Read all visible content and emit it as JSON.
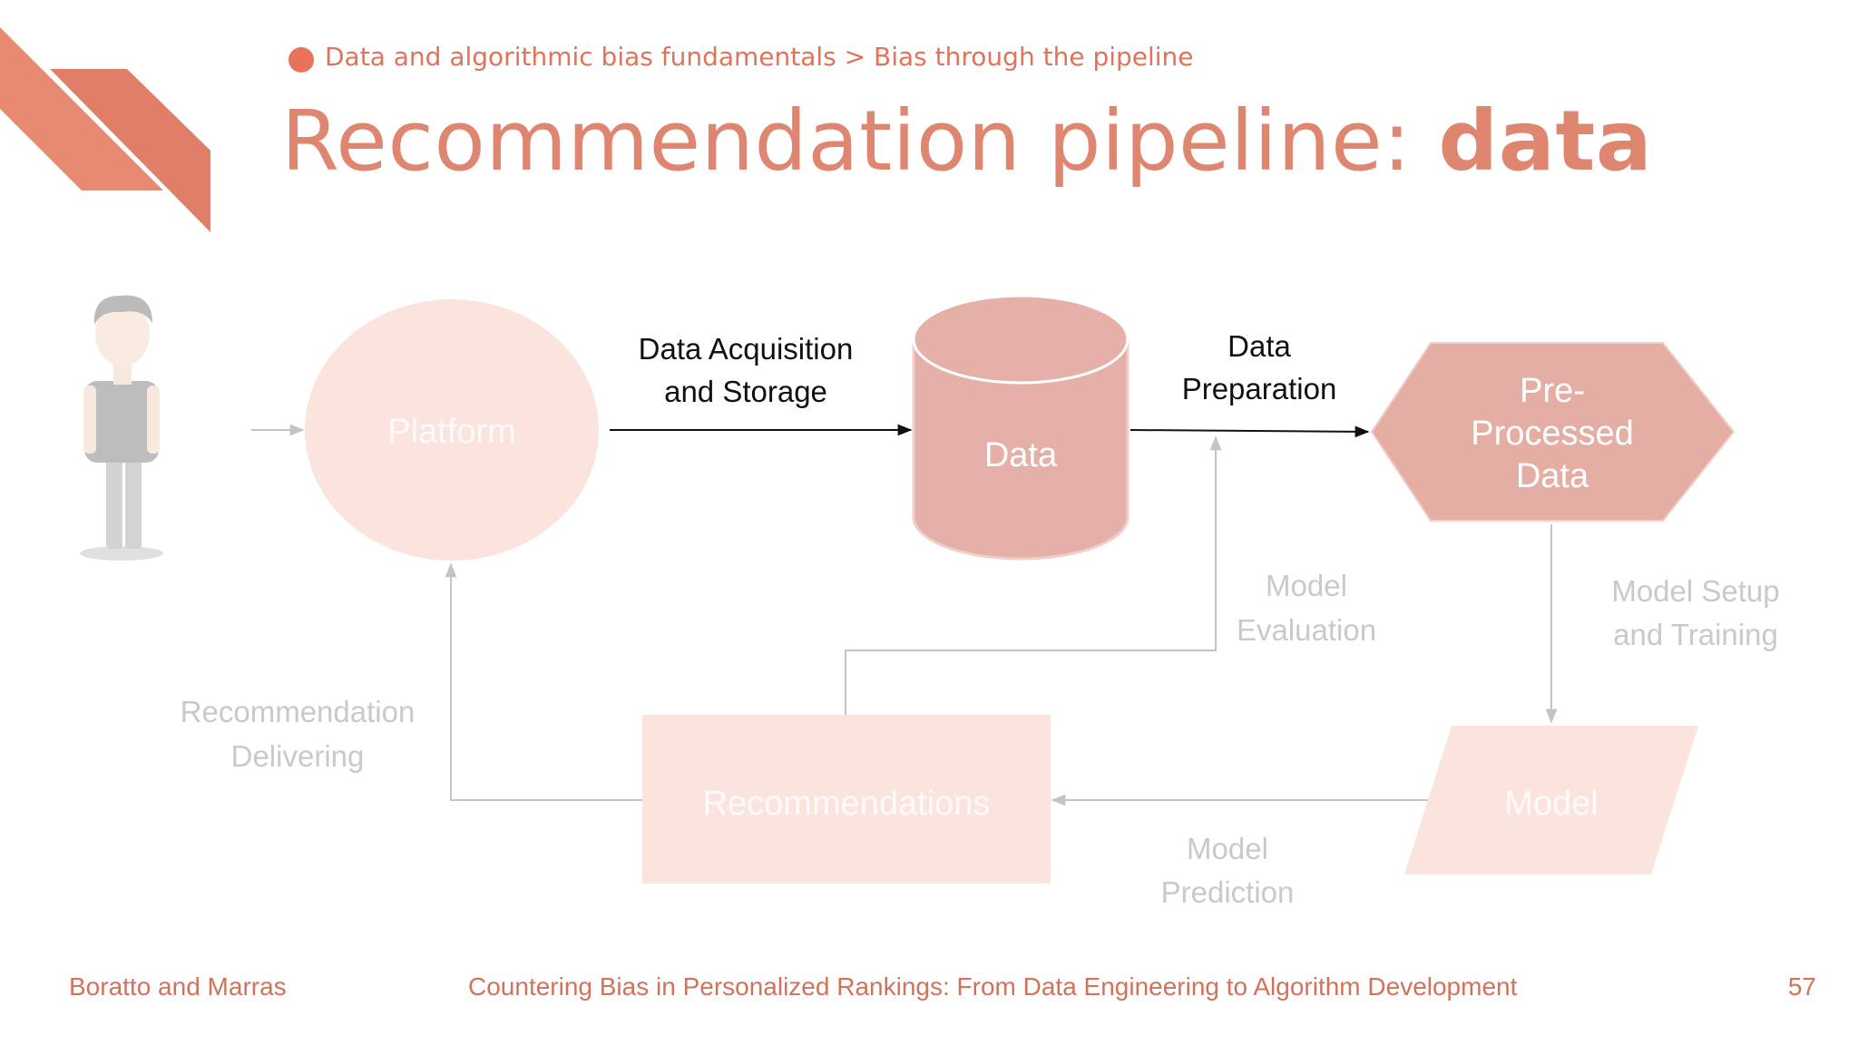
{
  "header": {
    "breadcrumb": "Data and algorithmic bias fundamentals > Bias through the pipeline",
    "title_main": "Recommendation pipeline: ",
    "title_bold": "data"
  },
  "diagram": {
    "nodes": {
      "platform": "Platform",
      "data": "Data",
      "preprocessed": [
        "Pre-",
        "Processed",
        "Data"
      ],
      "model": "Model",
      "recommendations": "Recommendations"
    },
    "edges": {
      "acquisition": [
        "Data Acquisition",
        "and Storage"
      ],
      "preparation": [
        "Data",
        "Preparation"
      ],
      "setup": [
        "Model Setup",
        "and Training"
      ],
      "evaluation": [
        "Model",
        "Evaluation"
      ],
      "prediction": [
        "Model",
        "Prediction"
      ],
      "delivering": [
        "Recommendation",
        "Delivering"
      ]
    }
  },
  "footer": {
    "authors": "Boratto and Marras",
    "course": "Countering Bias in Personalized Rankings: From Data Engineering to Algorithm Development",
    "page": "57"
  },
  "colors": {
    "accent": "#e8735a",
    "data_fill": "#e4b0a8",
    "faint_fill": "#fbe3de"
  }
}
